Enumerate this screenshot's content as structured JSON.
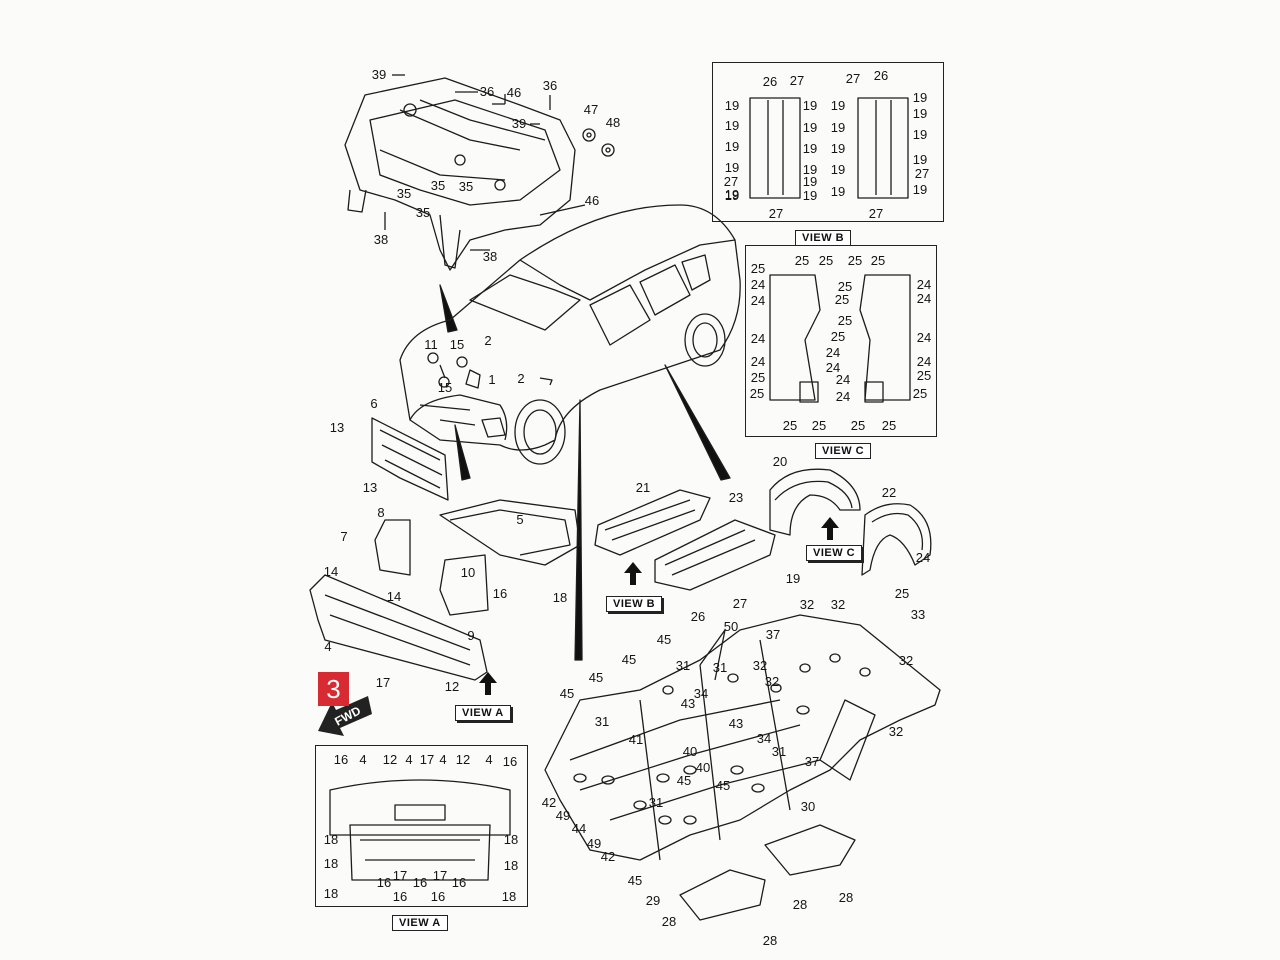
{
  "diagram": {
    "reference_badge": "3",
    "forward_label": "FWD",
    "views": {
      "view_a": "VIEW A",
      "view_b": "VIEW B",
      "view_c": "VIEW C"
    },
    "part_numbers": {
      "front_crossmember": [
        "39",
        "36",
        "46",
        "36",
        "39",
        "47",
        "48",
        "35",
        "35",
        "35",
        "35",
        "38",
        "46",
        "38"
      ],
      "hood_fasteners": [
        "2",
        "11",
        "15",
        "1",
        "15",
        "2"
      ],
      "front_bumper_area": [
        "6",
        "13",
        "13",
        "8",
        "7",
        "14",
        "14",
        "4",
        "17",
        "12",
        "10",
        "9",
        "16",
        "18",
        "5"
      ],
      "underbody_shields": [
        "21",
        "23",
        "19",
        "26",
        "27",
        "20",
        "22",
        "24",
        "25"
      ],
      "view_b_labels": [
        "26",
        "27",
        "19",
        "19",
        "19",
        "19",
        "19",
        "19",
        "19",
        "19",
        "19",
        "19",
        "27",
        "19",
        "19",
        "27",
        "27",
        "26",
        "19",
        "19",
        "19",
        "19",
        "19",
        "19",
        "19",
        "19",
        "27",
        "19",
        "19",
        "27"
      ],
      "view_c_labels": [
        "25",
        "25",
        "24",
        "24",
        "25",
        "24",
        "25",
        "24",
        "24",
        "25",
        "24",
        "24",
        "25",
        "24",
        "25",
        "25",
        "25",
        "24",
        "25",
        "24",
        "25",
        "25",
        "24",
        "25",
        "24",
        "25",
        "25",
        "25",
        "25"
      ],
      "floor_pan": [
        "45",
        "45",
        "45",
        "45",
        "45",
        "31",
        "31",
        "31",
        "31",
        "31",
        "42",
        "49",
        "44",
        "49",
        "42",
        "41",
        "43",
        "43",
        "40",
        "40",
        "34",
        "34",
        "37",
        "50",
        "37",
        "32",
        "32",
        "32",
        "32",
        "32",
        "32",
        "33",
        "45",
        "45",
        "30",
        "29",
        "28",
        "28",
        "28",
        "28"
      ],
      "view_a_inset": [
        "16",
        "4",
        "12",
        "4",
        "17",
        "4",
        "12",
        "4",
        "16",
        "18",
        "18",
        "18",
        "18",
        "18",
        "18",
        "16",
        "17",
        "16",
        "17",
        "16",
        "16",
        "16"
      ]
    }
  }
}
